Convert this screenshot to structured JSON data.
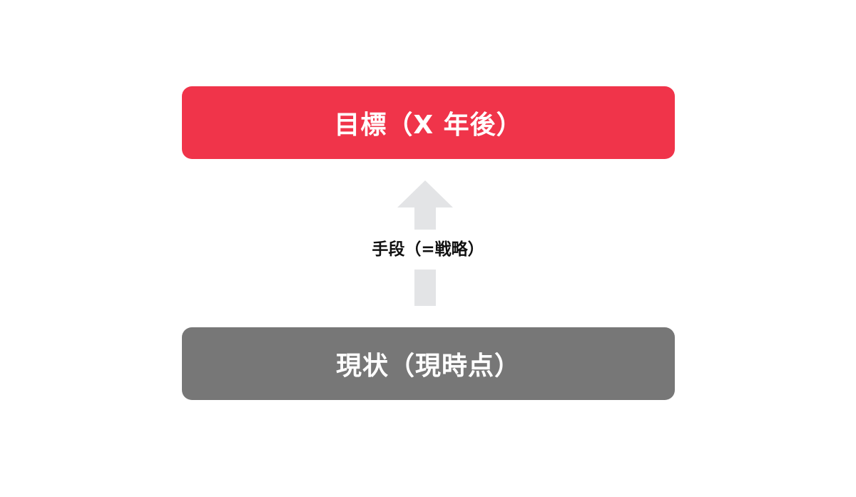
{
  "diagram": {
    "goal": {
      "label": "目標（X 年後）"
    },
    "means": {
      "label": "手段（=戦略）"
    },
    "current": {
      "label": "現状（現時点）"
    },
    "colors": {
      "goal_box": "#f0344a",
      "current_box": "#777777",
      "arrow": "#e3e4e6",
      "label_text": "#111111",
      "box_text": "#ffffff"
    },
    "arrow_direction": "up"
  }
}
